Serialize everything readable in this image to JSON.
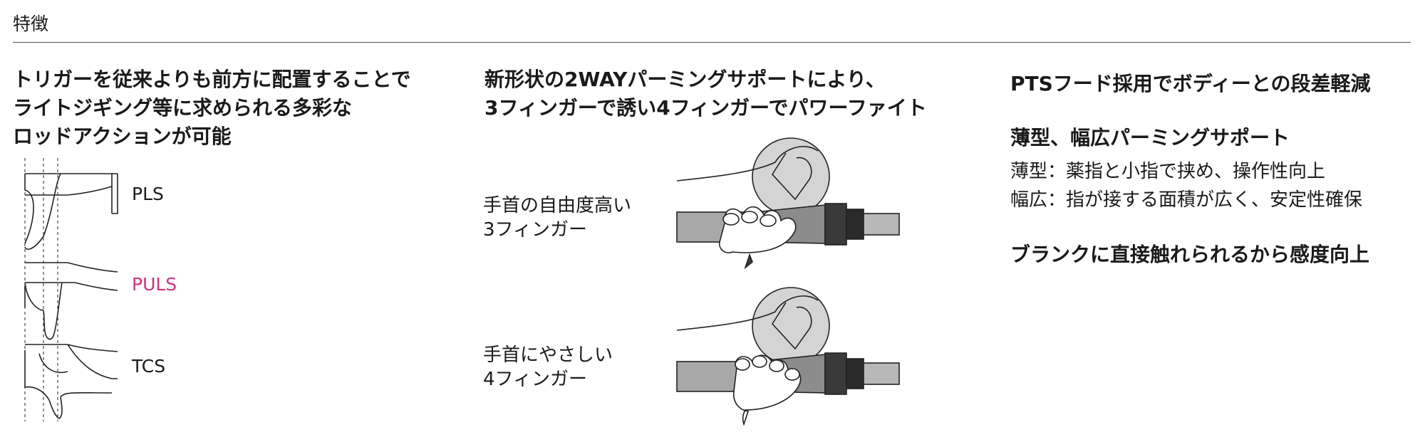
{
  "section_title": "特徴",
  "col1": {
    "headline": [
      "トリガーを従来よりも前方に配置することで",
      "ライトジギング等に求められる多彩な",
      "ロッドアクションが可能"
    ],
    "labels": {
      "pls": "PLS",
      "puls": "PULS",
      "tcs": "TCS"
    },
    "accent_color": "#d0317f"
  },
  "col2": {
    "headline": [
      "新形状の2WAYパーミングサポートにより、",
      "3フィンガーで誘い4フィンガーでパワーファイト"
    ],
    "grip3": [
      "手首の自由度高い",
      "3フィンガー"
    ],
    "grip4": [
      "手首にやさしい",
      "4フィンガー"
    ]
  },
  "col3": {
    "h1": "PTSフード採用でボディーとの段差軽減",
    "h2": "薄型、幅広パーミングサポート",
    "lines": [
      "薄型：薬指と小指で挟め、操作性向上",
      "幅広：指が接する面積が広く、安定性確保"
    ],
    "h3": "ブランクに直接触れられるから感度向上"
  }
}
